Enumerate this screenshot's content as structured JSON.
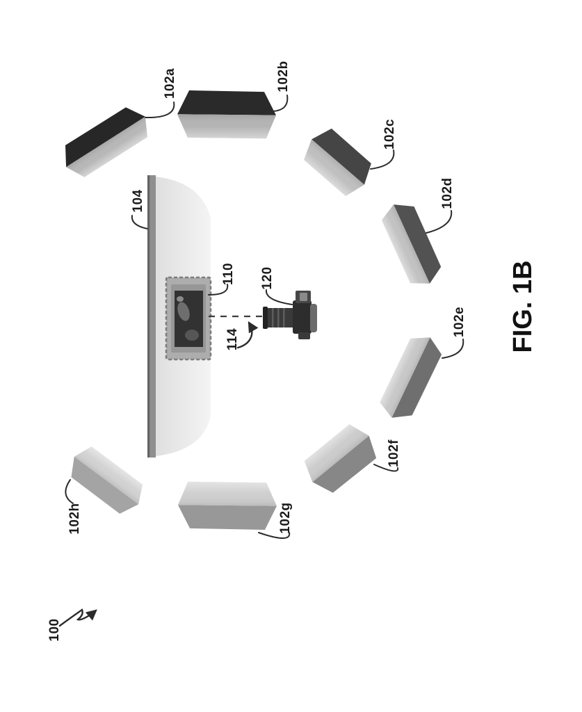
{
  "figure": {
    "caption": "FIG. 1B",
    "system_reference": "100"
  },
  "reference_labels": {
    "light_panels": [
      {
        "key": "a",
        "label": "102a"
      },
      {
        "key": "b",
        "label": "102b"
      },
      {
        "key": "c",
        "label": "102c"
      },
      {
        "key": "d",
        "label": "102d"
      },
      {
        "key": "e",
        "label": "102e"
      },
      {
        "key": "f",
        "label": "102f"
      },
      {
        "key": "g",
        "label": "102g"
      },
      {
        "key": "h",
        "label": "102h"
      }
    ],
    "wall": "104",
    "artwork": "110",
    "optical_axis": "114",
    "camera": "120"
  },
  "colors": {
    "page_background": "#ffffff",
    "ink": "#2b2b2b",
    "label_text": "#1a1a1a",
    "wall_strip": "#8f8f8f",
    "wall_strip_edge": "#636363",
    "backdrop_near": "#dfdfdf",
    "backdrop_far": "#f4f4f4",
    "artwork_frame": "#adadad",
    "artwork_frame_inner": "#979797",
    "artwork_canvas": "#323232",
    "camera_body": "#2d2d2d",
    "camera_lens": "#3a3a3a",
    "camera_prism": "#474747",
    "camera_prism_window": "#8a8a8a",
    "camera_grip": "#6b6b6b",
    "panels": {
      "a": {
        "dark": "#272727",
        "light": "#b7b7b7"
      },
      "b": {
        "dark": "#2a2a2a",
        "light": "#b4b4b4"
      },
      "c": {
        "dark": "#454545",
        "light": "#bfbfbf"
      },
      "d": {
        "dark": "#525252",
        "light": "#c2c2c2"
      },
      "e": {
        "dark": "#6f6f6f",
        "light": "#c8c8c8"
      },
      "f": {
        "dark": "#878787",
        "light": "#cccccc"
      },
      "g": {
        "dark": "#989898",
        "light": "#cfcfcf"
      },
      "h": {
        "dark": "#a4a4a4",
        "light": "#d2d2d2"
      }
    }
  }
}
